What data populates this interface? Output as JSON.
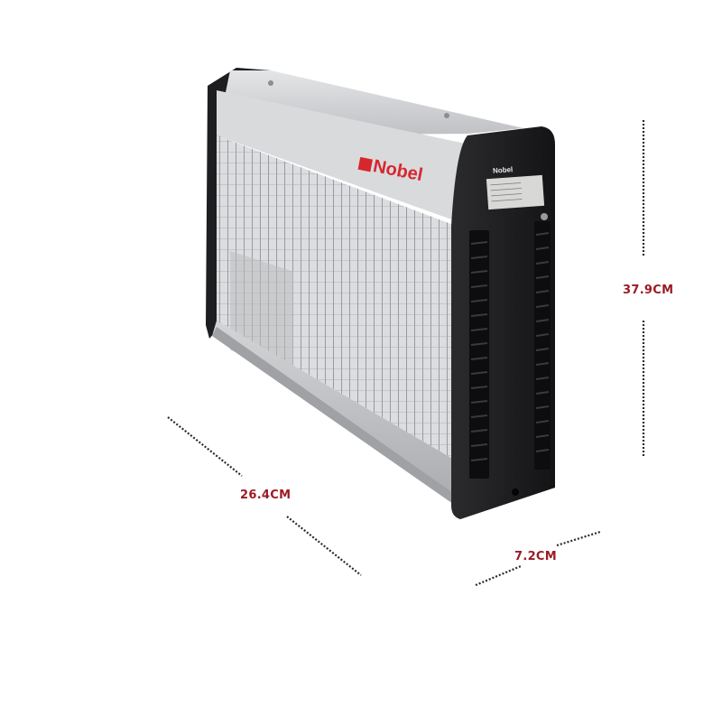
{
  "image": {
    "subject": "Electric insect killer / bug zapper",
    "background": "#ffffff"
  },
  "product": {
    "brand": "Nobel",
    "side_label_brand": "Nobel",
    "colors": {
      "brand_red": "#d8262e",
      "body_silver": "#c9cacc",
      "end_cap_black": "#1c1c1e",
      "grid_metal": "#8a8d92"
    }
  },
  "dimensions": {
    "height": {
      "label": "37.9CM"
    },
    "length": {
      "label": "26.4CM"
    },
    "depth": {
      "label": "7.2CM"
    },
    "label_color": "#9b1c24",
    "line_color": "#2a2a2a"
  }
}
